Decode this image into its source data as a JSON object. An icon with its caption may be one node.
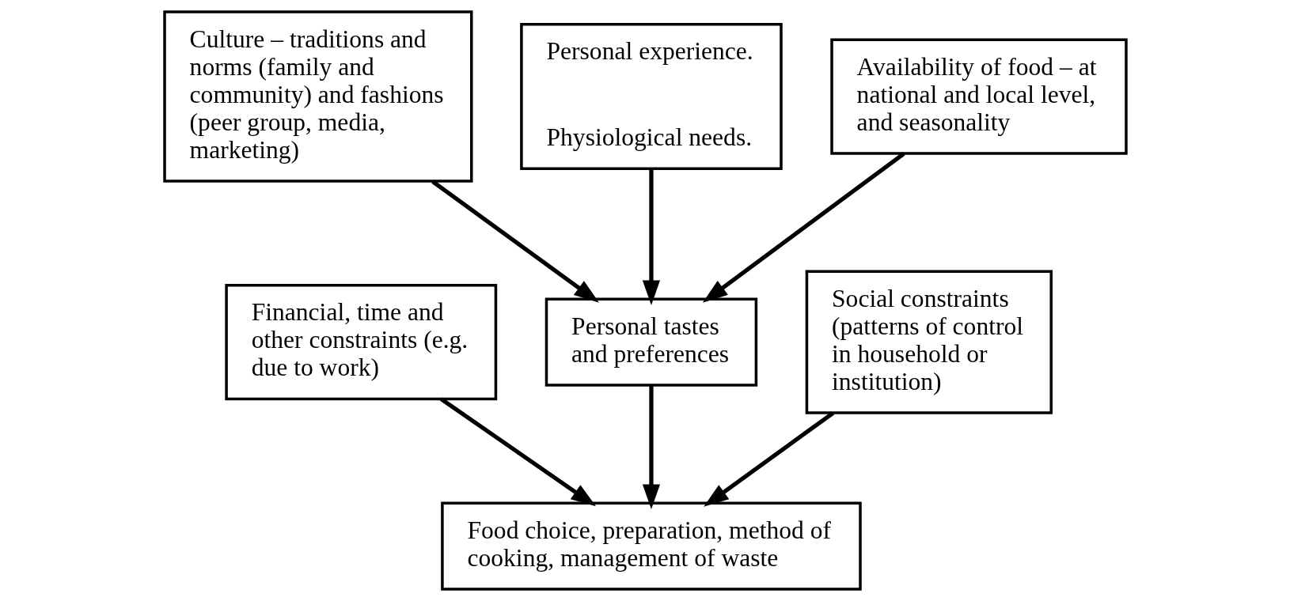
{
  "diagram": {
    "nodes": [
      {
        "text": [
          "Culture – traditions and norms (family and community) and fashions (peer group, media, marketing)"
        ]
      },
      {
        "text": [
          "Personal experience.",
          "Physiological needs."
        ]
      },
      {
        "text": [
          "Availability of food – at national and local level, and seasonality"
        ]
      },
      {
        "text": [
          "Financial, time and other constraints (e.g. due to work)"
        ]
      },
      {
        "text": [
          "Personal tastes and preferences"
        ]
      },
      {
        "text": [
          "Social constraints (patterns of control in household or institution)"
        ]
      },
      {
        "text": [
          "Food choice, preparation, method of cooking, management of waste"
        ]
      }
    ],
    "edges": [
      {
        "from": 0,
        "to": 4,
        "arrow": "to"
      },
      {
        "from": 1,
        "to": 4,
        "arrow": "to"
      },
      {
        "from": 2,
        "to": 4,
        "arrow": "to"
      },
      {
        "from": 3,
        "to": 6,
        "arrow": "to"
      },
      {
        "from": 4,
        "to": 6,
        "arrow": "to"
      },
      {
        "from": 5,
        "to": 6,
        "arrow": "to"
      }
    ]
  }
}
